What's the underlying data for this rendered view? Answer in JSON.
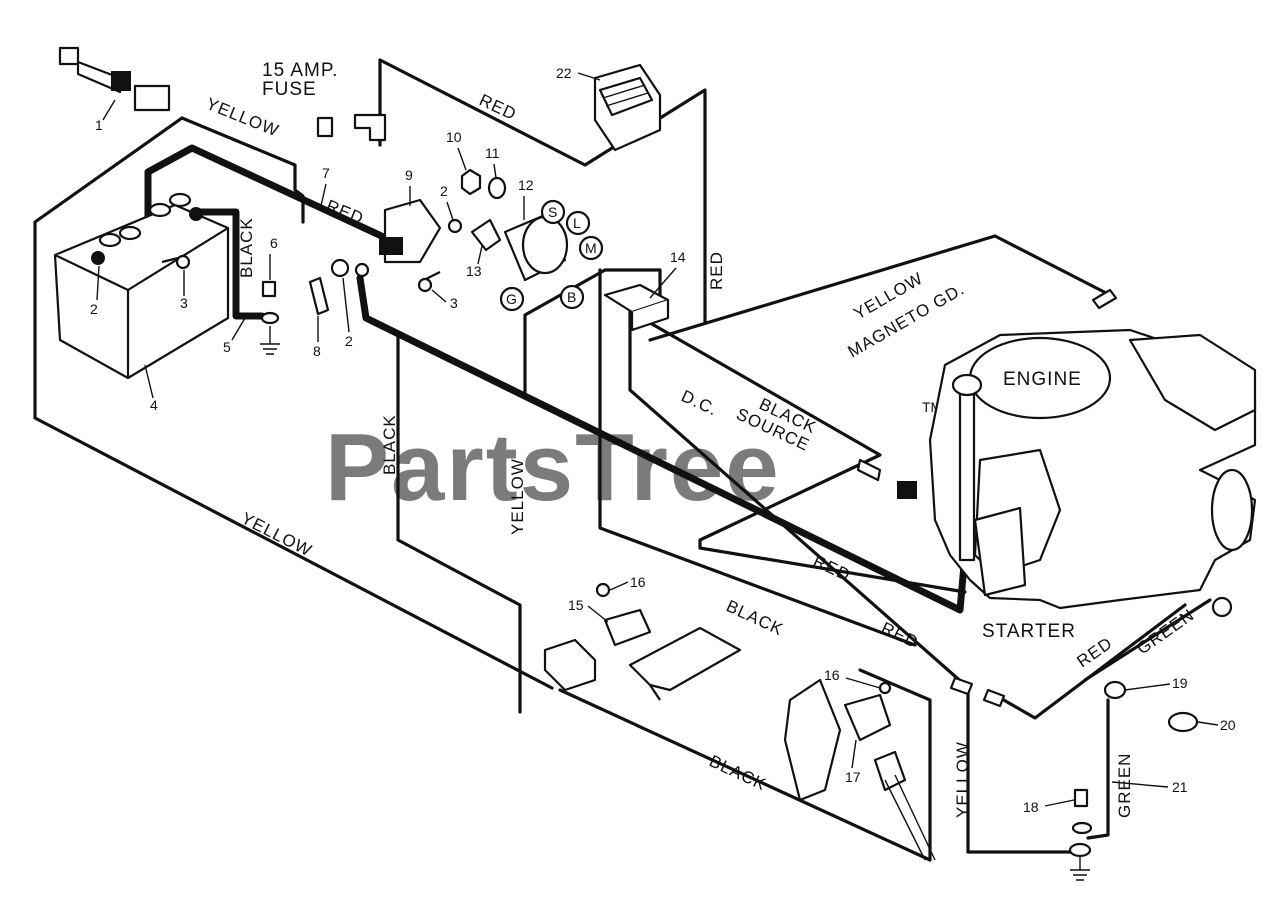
{
  "watermark": "PartsTree",
  "trademark": "TM",
  "wire_labels": {
    "yellow_top": "YELLOW",
    "red_top": "RED",
    "black_battery": "BLACK",
    "red_mid": "RED",
    "red_right": "RED",
    "yellow_magneto": "YELLOW",
    "magneto_gd": "MAGNETO GD.",
    "black_dc": "BLACK",
    "dc": "D.C.",
    "source": "SOURCE",
    "black_left": "BLACK",
    "yellow_center": "YELLOW",
    "yellow_bottom": "YELLOW",
    "red_engine": "RED",
    "black_solenoid": "BLACK",
    "red_solenoid": "RED",
    "black_bottom": "BLACK",
    "yellow_right": "YELLOW",
    "green_upper": "GREEN",
    "red_lower_right": "RED",
    "green_lower": "GREEN"
  },
  "fuse_label": "15 AMP.",
  "fuse_label_2": "FUSE",
  "component_labels": {
    "engine": "ENGINE",
    "starter": "STARTER"
  },
  "switch_terminals": [
    "S",
    "L",
    "M",
    "B",
    "G"
  ],
  "callouts": {
    "c1": "1",
    "c2a": "2",
    "c2b": "2",
    "c2c": "2",
    "c3a": "3",
    "c3b": "3",
    "c4": "4",
    "c5": "5",
    "c6": "6",
    "c7": "7",
    "c8": "8",
    "c9": "9",
    "c10": "10",
    "c11": "11",
    "c12": "12",
    "c13": "13",
    "c14": "14",
    "c15": "15",
    "c16a": "16",
    "c16b": "16",
    "c17": "17",
    "c18": "18",
    "c19": "19",
    "c20": "20",
    "c21": "21",
    "c22": "22"
  }
}
